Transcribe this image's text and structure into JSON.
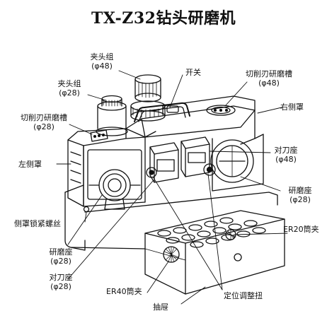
{
  "title": "TX-Z32钻头研磨机",
  "labels": {
    "clamp_48": "夹头组",
    "clamp_48_size": "(φ48)",
    "switch": "开关",
    "groove_48": "切削刃研磨槽",
    "groove_48_size": "(φ48)",
    "clamp_28": "夹头组",
    "clamp_28_size": "(φ28)",
    "right_cover": "右侧罩",
    "groove_28": "切削刃研磨槽",
    "groove_28_size": "(φ28)",
    "knife_seat_48": "对刀座",
    "knife_seat_48_size": "(φ48)",
    "left_cover": "左侧罩",
    "grind_seat_28_right": "研磨座",
    "grind_seat_28_right_size": "(φ28)",
    "cover_screw": "侧罩锁紧螺丝",
    "er20": "ER20筒夹",
    "grind_seat_28_left": "研磨座",
    "grind_seat_28_left_size": "(φ28)",
    "knife_seat_28": "对刀座",
    "knife_seat_28_size": "(φ28)",
    "er40": "ER40筒夹",
    "positioning_knob": "定位调整扭",
    "drawer": "抽屉"
  }
}
